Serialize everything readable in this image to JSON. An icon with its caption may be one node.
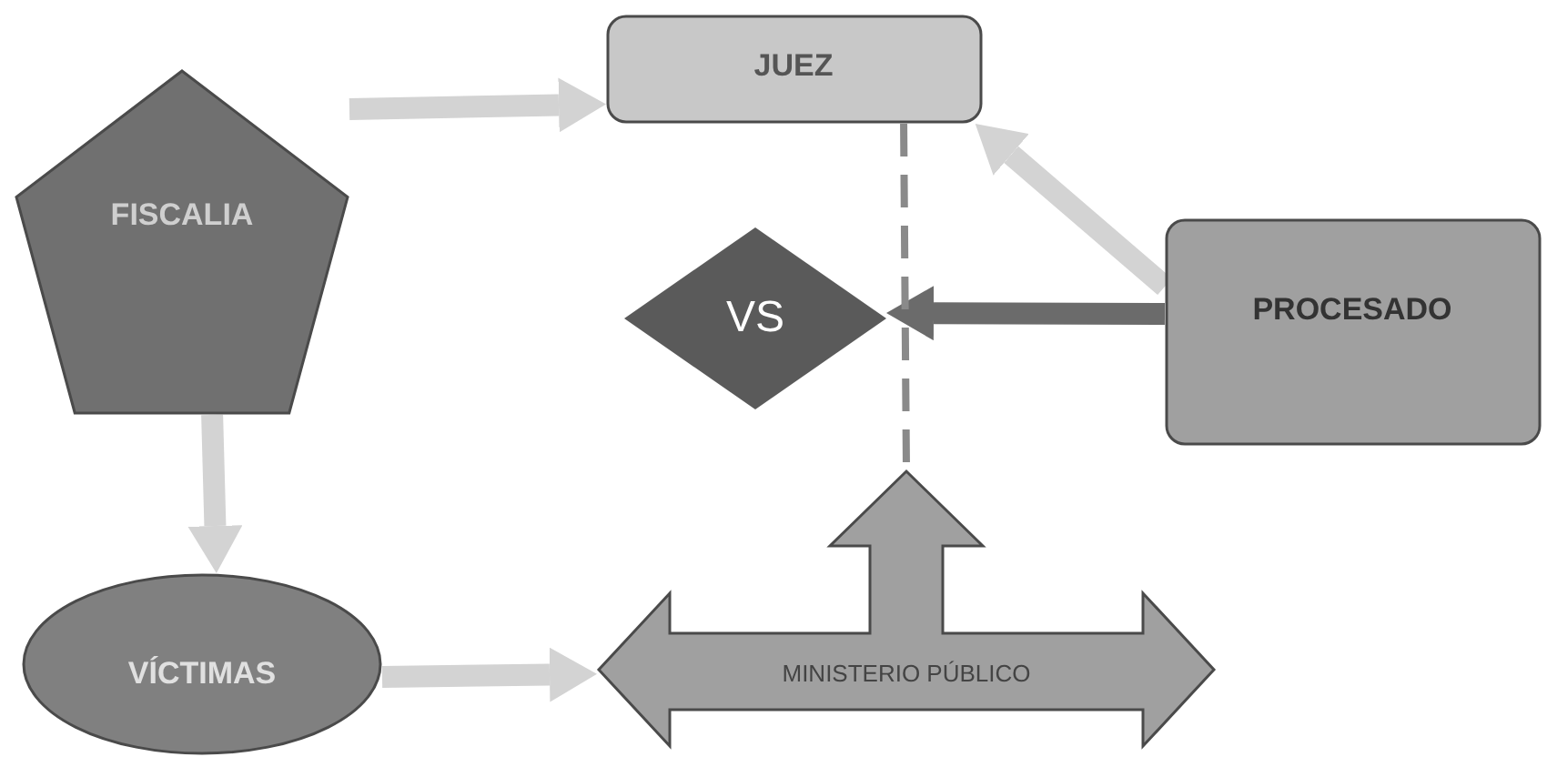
{
  "diagram": {
    "nodes": [
      {
        "text": [
          "FISCALIA"
        ]
      },
      {
        "text": [
          "JUEZ"
        ]
      },
      {
        "text": [
          "VS"
        ]
      },
      {
        "text": [
          "PROCESADO"
        ]
      },
      {
        "text": [
          "VÍCTIMAS"
        ]
      },
      {
        "text": [
          "MINISTERIO PÚBLICO"
        ]
      }
    ],
    "edges": [
      {
        "from": 0,
        "to": 1,
        "arrow": "to"
      },
      {
        "from": 0,
        "to": 4,
        "arrow": "to"
      },
      {
        "from": 4,
        "to": 5,
        "arrow": "to"
      },
      {
        "from": 3,
        "to": 1,
        "arrow": "to"
      },
      {
        "from": 3,
        "to": 2,
        "arrow": "to",
        "color": "#6b6b6b"
      },
      {
        "from": 1,
        "to": 5,
        "arrow": "none",
        "style": "dashed",
        "color": "#8a8a8a"
      }
    ]
  }
}
